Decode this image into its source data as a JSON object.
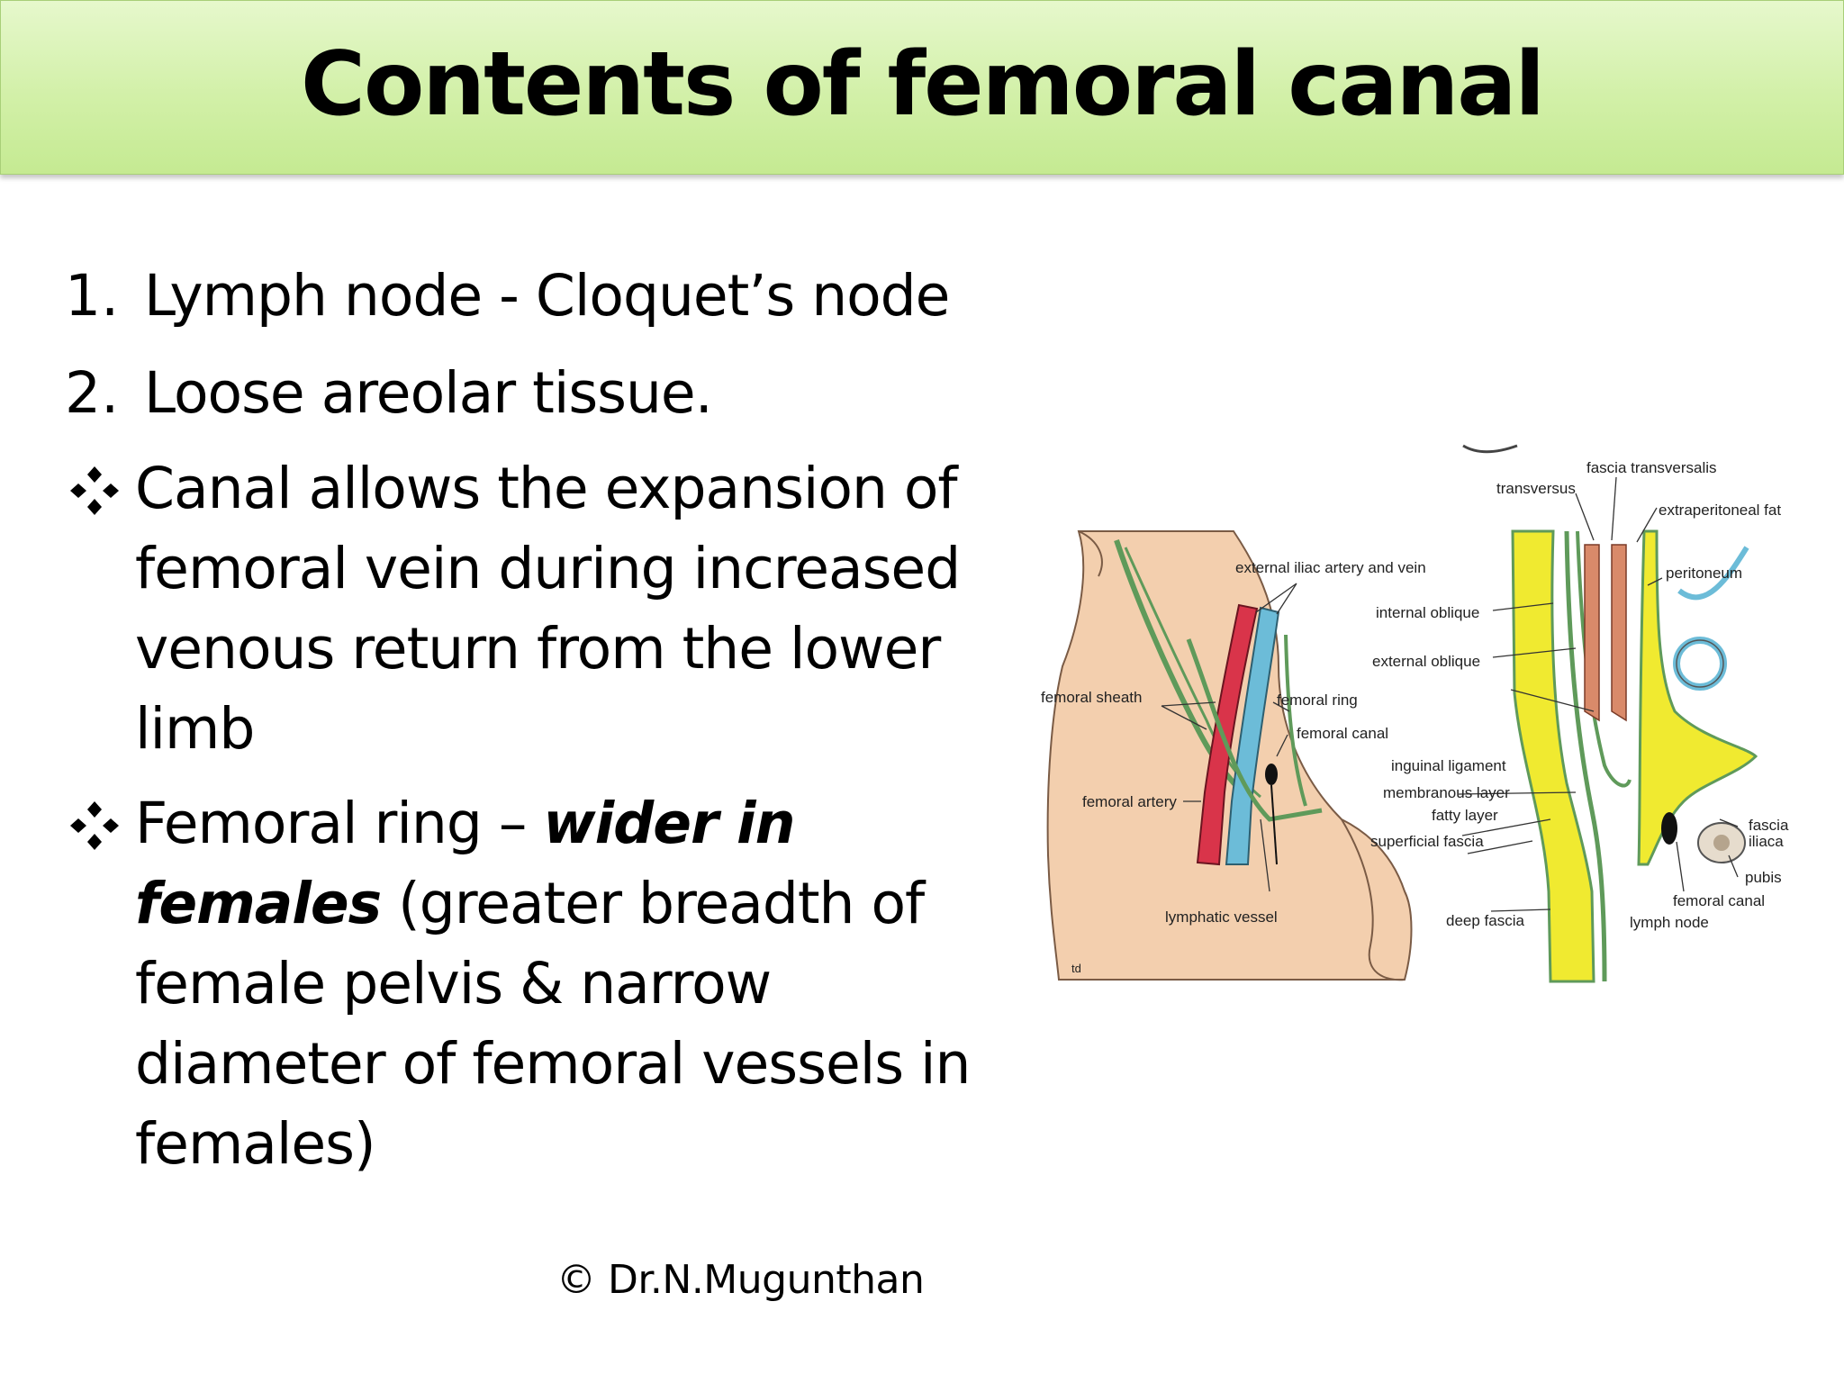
{
  "slide": {
    "title": "Contents of femoral canal",
    "copyright": "© Dr.N.Mugunthan"
  },
  "list": [
    {
      "marker": "1.",
      "text": "Lymph node -  Cloquet’s node"
    },
    {
      "marker": "2.",
      "text": "Loose areolar tissue."
    }
  ],
  "bullets": [
    {
      "lines": [
        "Canal allows the expansion of",
        "femoral vein during increased",
        "venous return from the lower",
        "limb"
      ]
    },
    {
      "line1_plain": "Femoral ring – ",
      "line1_bold": "wider in",
      "line2_bold": "females",
      "line2_plain": " (greater breadth of",
      "lines_rest": [
        "female pelvis & narrow",
        "diameter of femoral vessels in",
        "females)"
      ]
    }
  ],
  "figure_labels": {
    "left": {
      "external_iliac": "external iliac artery and vein",
      "femoral_sheath": "femoral sheath",
      "femoral_ring": "femoral ring",
      "femoral_canal": "femoral canal",
      "femoral_artery": "femoral artery",
      "lymphatic_vessel": "lymphatic vessel",
      "signature": "td"
    },
    "right": {
      "fascia_transversalis": "fascia transversalis",
      "transversus": "transversus",
      "extraperitoneal_fat": "extraperitoneal fat",
      "peritoneum": "peritoneum",
      "internal_oblique": "internal oblique",
      "external_oblique": "external oblique",
      "inguinal_ligament": "inguinal ligament",
      "membranous_layer": "membranous layer",
      "fatty_layer": "fatty layer",
      "superficial_fascia": "superficial fascia",
      "deep_fascia": "deep fascia",
      "fascia_iliaca_1": "fascia",
      "fascia_iliaca_2": "iliaca",
      "pubis": "pubis",
      "femoral_canal": "femoral canal",
      "lymph_node": "lymph node"
    }
  },
  "colors": {
    "title_bg": "#d2f0a8",
    "skin": "#f3cfae",
    "artery": "#d9344a",
    "vein": "#6cbcd8",
    "fascia_green": "#5f9a5a",
    "fat_yellow": "#f0ea30"
  }
}
